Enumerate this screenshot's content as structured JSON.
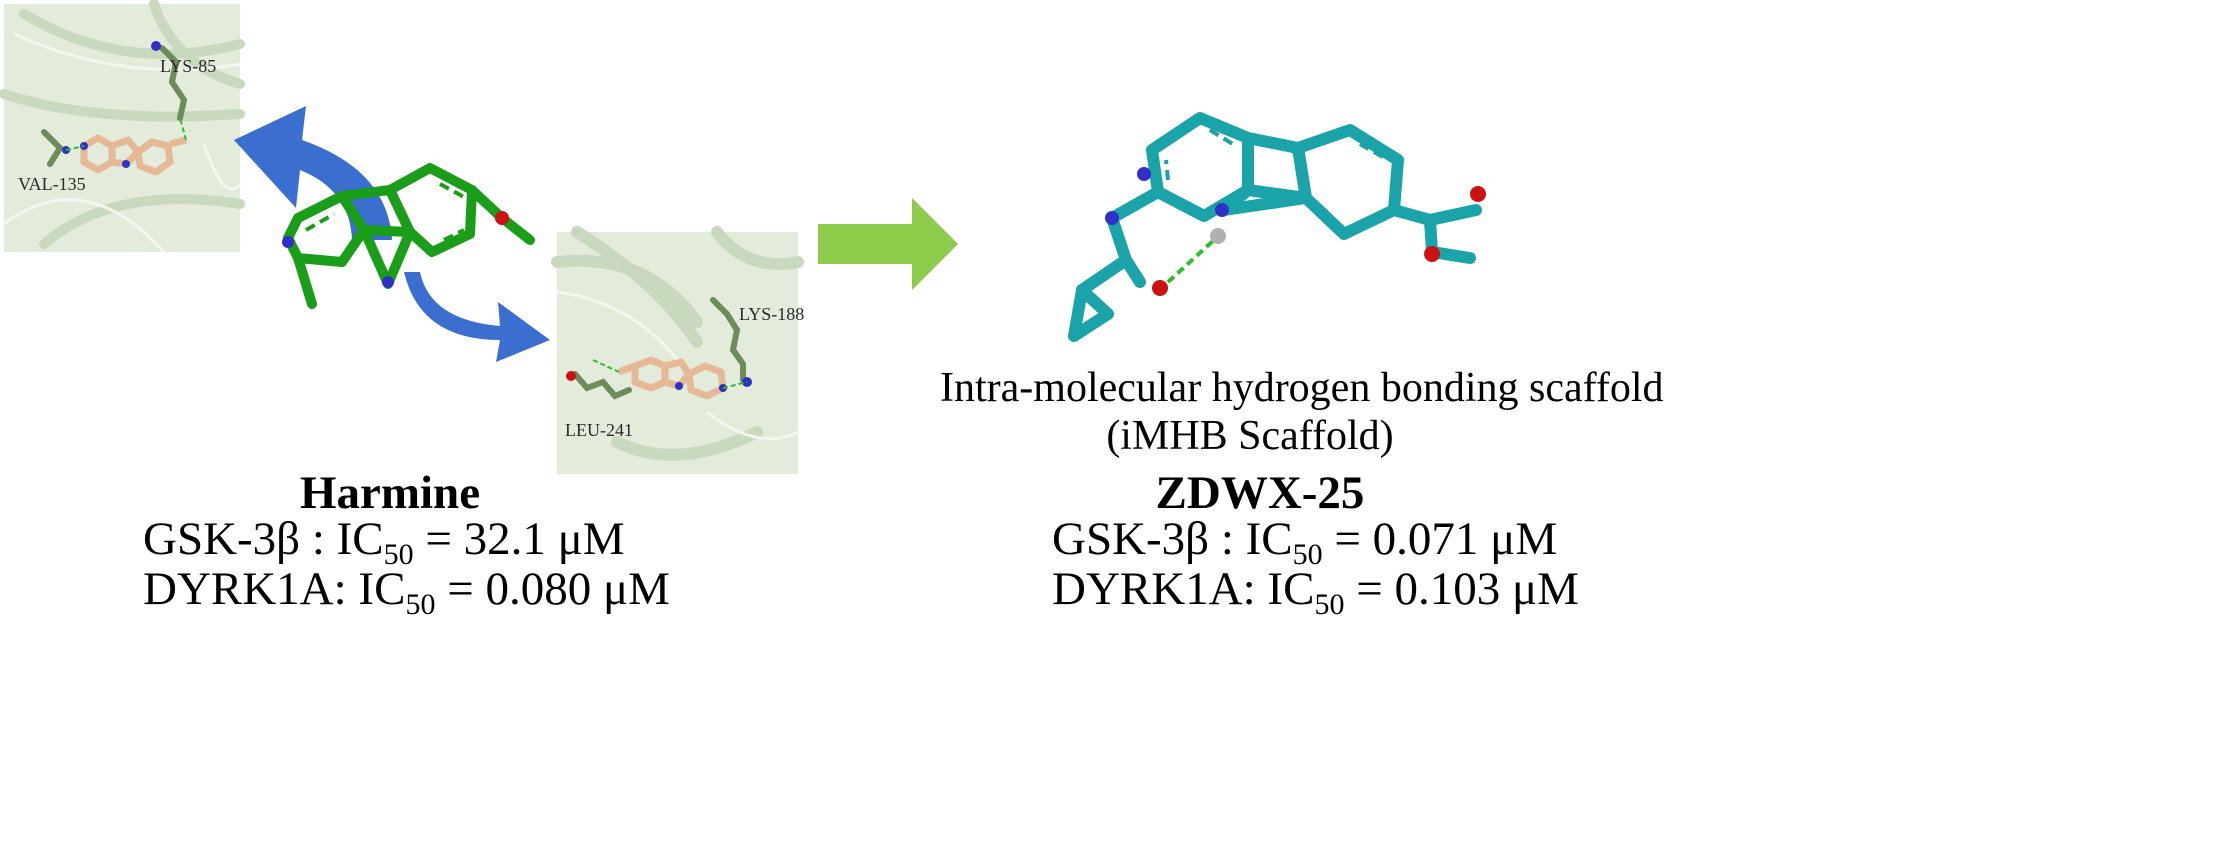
{
  "colors": {
    "harmine_carbon": "#1a9e1a",
    "zdwx_carbon": "#1aa3a8",
    "nitrogen": "#3030c8",
    "oxygen": "#cc1111",
    "hydrogen": "#b0b0b0",
    "hbond": "#2bbf2b",
    "ligand_in_pocket": "#e6b996",
    "residue": "#6c8c58",
    "protein_bg": "#e3ebdb",
    "blue_arrow": "#3a6fd0",
    "green_arrow": "#8ccc4a"
  },
  "panel_gsk": {
    "residues": {
      "lys": "LYS-85",
      "val": "VAL-135"
    }
  },
  "panel_dyrk": {
    "residues": {
      "lys": "LYS-188",
      "leu": "LEU-241"
    }
  },
  "harmine": {
    "name": "Harmine",
    "gsk_prefix": "GSK-3β : IC",
    "gsk_sub": "50",
    "gsk_value": " = 32.1 μM",
    "dyrk_prefix": "DYRK1A: IC",
    "dyrk_sub": "50",
    "dyrk_value": " = 0.080 μM"
  },
  "zdwx": {
    "scaffold_line1": "Intra-molecular hydrogen bonding scaffold",
    "scaffold_line2": "(iMHB Scaffold)",
    "name": "ZDWX-25",
    "gsk_prefix": "GSK-3β : IC",
    "gsk_sub": "50",
    "gsk_value": " = 0.071 μM",
    "dyrk_prefix": "DYRK1A: IC",
    "dyrk_sub": "50",
    "dyrk_value": " = 0.103 μM"
  }
}
